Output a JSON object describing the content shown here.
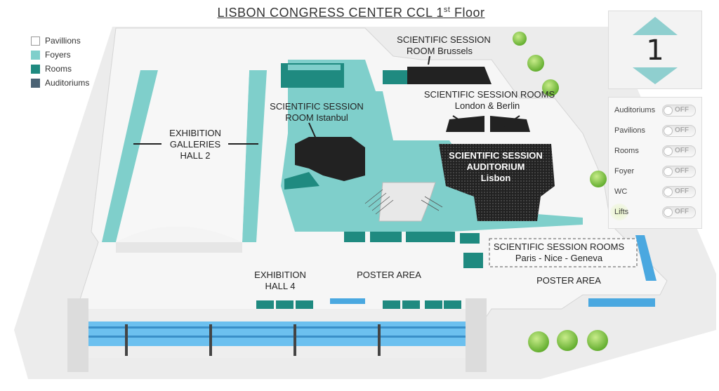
{
  "title": {
    "main": "LISBON CONGRESS CENTER CCL 1",
    "sup": "st",
    "suffix": " Floor"
  },
  "legend": [
    {
      "label": "Pavillions",
      "color": "#ffffff"
    },
    {
      "label": "Foyers",
      "color": "#7fcfcb"
    },
    {
      "label": "Rooms",
      "color": "#1f8a80"
    },
    {
      "label": "Auditoriums",
      "color": "#4a6274"
    }
  ],
  "floor": {
    "current": "1"
  },
  "toggles": [
    {
      "label": "Auditoriums",
      "state": "OFF"
    },
    {
      "label": "Pavilions",
      "state": "OFF"
    },
    {
      "label": "Rooms",
      "state": "OFF"
    },
    {
      "label": "Foyer",
      "state": "OFF"
    },
    {
      "label": "WC",
      "state": "OFF"
    },
    {
      "label": "Lifts",
      "state": "OFF"
    }
  ],
  "labels": {
    "exhibition_galleries": [
      "EXHIBITION",
      "GALLERIES",
      "HALL 2"
    ],
    "room_brussels": [
      "SCIENTIFIC SESSION",
      "ROOM Brussels"
    ],
    "rooms_london_berlin": [
      "SCIENTIFIC SESSION ROOMS",
      "London & Berlin"
    ],
    "room_istanbul": [
      "SCIENTIFIC SESSION",
      "ROOM Istanbul"
    ],
    "auditorium_lisbon": [
      "SCIENTIFIC SESSION",
      "AUDITORIUM",
      "Lisbon"
    ],
    "rooms_paris": [
      "SCIENTIFIC SESSION ROOMS",
      "Paris - Nice - Geneva"
    ],
    "exhibition_hall4": [
      "EXHIBITION",
      "HALL 4"
    ],
    "poster_area_1": "POSTER AREA",
    "poster_area_2": "POSTER AREA"
  },
  "colors": {
    "foyer": "#7fcfcb",
    "room": "#1f8a80",
    "auditorium": "#222222",
    "ground": "#ebebeb",
    "wall": "#ffffff",
    "glass": "#4aa8e0",
    "tree": "#7dc242"
  }
}
